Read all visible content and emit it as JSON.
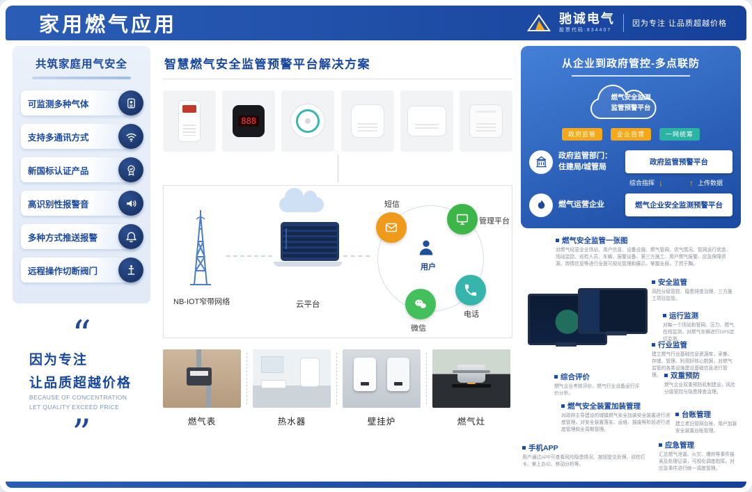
{
  "header": {
    "title": "家用燃气应用",
    "brand": "驰诚电气",
    "stock_code": "股票代码:834407",
    "slogan": "因为专注 让品质超越价格"
  },
  "sidebar": {
    "title": "共筑家庭用气安全",
    "items": [
      {
        "label": "可监测多种气体"
      },
      {
        "label": "支持多通讯方式"
      },
      {
        "label": "新国标认证产品"
      },
      {
        "label": "高识别性报警音"
      },
      {
        "label": "多种方式推送报警"
      },
      {
        "label": "远程操作切断阀门"
      }
    ],
    "quote": {
      "open": "“",
      "close": "”",
      "cn1": "因为专注",
      "cn2": "让品质超越价格",
      "en1": "BECAUSE OF CONCENTRATION",
      "en2": "LET QUALITY EXCEED PRICE"
    }
  },
  "main": {
    "title": "智慧燃气安全监管预警平台解决方案",
    "device_display": "888",
    "network": {
      "nbiot": "NB-IOT窄带网络",
      "cloud": "云平台",
      "user": "用户",
      "node_sms": "短信",
      "node_platform": "管理平台",
      "node_phone": "电话",
      "node_wechat": "微信"
    },
    "applications": [
      {
        "label": "燃气表"
      },
      {
        "label": "热水器"
      },
      {
        "label": "壁挂炉"
      },
      {
        "label": "燃气灶"
      }
    ]
  },
  "right": {
    "title": "从企业到政府管控-多点联防",
    "cloud_line1": "燃气安全监测",
    "cloud_line2": "监管预警平台",
    "tags": [
      {
        "label": "政府监管"
      },
      {
        "label": "企业自营"
      },
      {
        "label": "一网统筹"
      }
    ],
    "row1": {
      "who1": "政府监管部门：",
      "who2": "住建局/城管局",
      "platform": "政府监管预警平台"
    },
    "flow": {
      "left": "综合指挥",
      "down": "↓",
      "up": "↑",
      "right": "上传数据"
    },
    "row2": {
      "who1": "燃气运营企业",
      "platform": "燃气企业安全监测预警平台"
    },
    "features": [
      {
        "title": "燃气安全监管一张图",
        "desc": "对燃气经营企业场站、用户信息、设备设施、燃气管网、供气情况、管网运行状态、场站监控、巡检人员、车辆、报警设备、第三方施工、用户燃气报警、应急保障资源、舆情信息等进行全面可视化管理和展示，掌握全局，了然于胸。"
      },
      {
        "title": "安全监管",
        "desc": "风险分级管控、隐患排查治理、三方施工项目监管。"
      },
      {
        "title": "运行监测",
        "desc": "对每一个场站和管网、压力、燃气在线监测，对燃气车辆进行GPS定位监测。"
      },
      {
        "title": "行业监管",
        "desc": "建立燃气行业基础信息资源库，采集、存储、管理、利用好核心数据，对燃气监管的各类设施建设基础信息进行管理。"
      },
      {
        "title": "综合评价",
        "desc": "燃气企业考核评价，燃气行业设备运行评价分析。"
      },
      {
        "title": "双重预防",
        "desc": "燃气企业双重预防机制建设，风险分级管控与隐患排查治理。"
      },
      {
        "title": "燃气安全装置加装管理",
        "desc": "对政府主导建设的城镇燃气安全加装安全装置进行进度管理，对安全装置落实、运维、报废等阶段进行进度管理和全周期管理。"
      },
      {
        "title": "台账管理",
        "desc": "建立老旧管网台账、用户加装安全装置台账管理。"
      },
      {
        "title": "手机APP",
        "desc": "用户通过APP可查看风险隐患情况、按钮提交处理、巡检打卡、掌上办公、移动分析等。"
      },
      {
        "title": "应急管理",
        "desc": "汇总燃气泄漏、火灾、爆炸等事件报表及处理记录，可视化调度指挥，对应急事件进行统一调度管理。"
      }
    ]
  }
}
